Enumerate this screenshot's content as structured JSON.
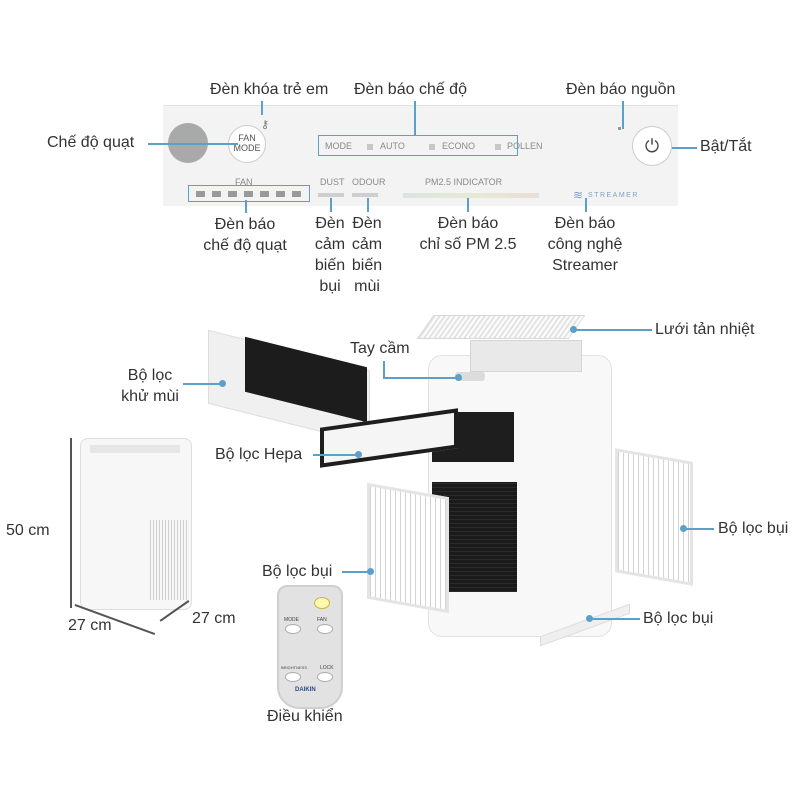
{
  "callouts": {
    "child_lock": "Đèn khóa trẻ em",
    "mode_indicator": "Đèn báo chế độ",
    "power_indicator": "Đèn báo nguồn",
    "fan_mode": "Chế độ quạt",
    "on_off": "Bật/Tắt",
    "fan_mode_indicator_l1": "Đèn báo",
    "fan_mode_indicator_l2": "chế độ quạt",
    "dust_sensor": [
      "Đèn",
      "cảm",
      "biến",
      "bụi"
    ],
    "odour_sensor": [
      "Đèn",
      "cảm",
      "biến",
      "mùi"
    ],
    "pm25_l1": "Đèn báo",
    "pm25_l2": "chỉ số PM 2.5",
    "streamer_l1": "Đèn báo",
    "streamer_l2": "công nghệ",
    "streamer_l3": "Streamer",
    "heat_mesh": "Lưới tản nhiệt",
    "handle": "Tay cầm",
    "deodor_filter_l1": "Bộ lọc",
    "deodor_filter_l2": "khử mùi",
    "hepa_filter": "Bộ lọc Hepa",
    "dust_filter_left": "Bộ lọc bụi",
    "dust_filter_right": "Bộ lọc bụi",
    "dust_filter_bottom": "Bộ lọc bụi",
    "remote": "Điều khiển",
    "height": "50 cm",
    "width": "27 cm",
    "depth": "27 cm"
  },
  "panel": {
    "fan_btn_l1": "FAN",
    "fan_btn_l2": "MODE",
    "mode_label": "MODE",
    "modes": [
      "AUTO",
      "ECONO",
      "POLLEN"
    ],
    "fan_label": "FAN",
    "dust": "DUST",
    "odour": "ODOUR",
    "pm25": "PM2.5  INDICATOR",
    "streamer": "STREAMER"
  },
  "remote_buttons": {
    "mode": "MODE",
    "fan": "FAN",
    "brightness": "BRIGHTNESS",
    "lock": "LOCK",
    "brand": "DAIKIN"
  },
  "colors": {
    "accent": "#5aa0c8",
    "panel": "#f3f3f3"
  }
}
